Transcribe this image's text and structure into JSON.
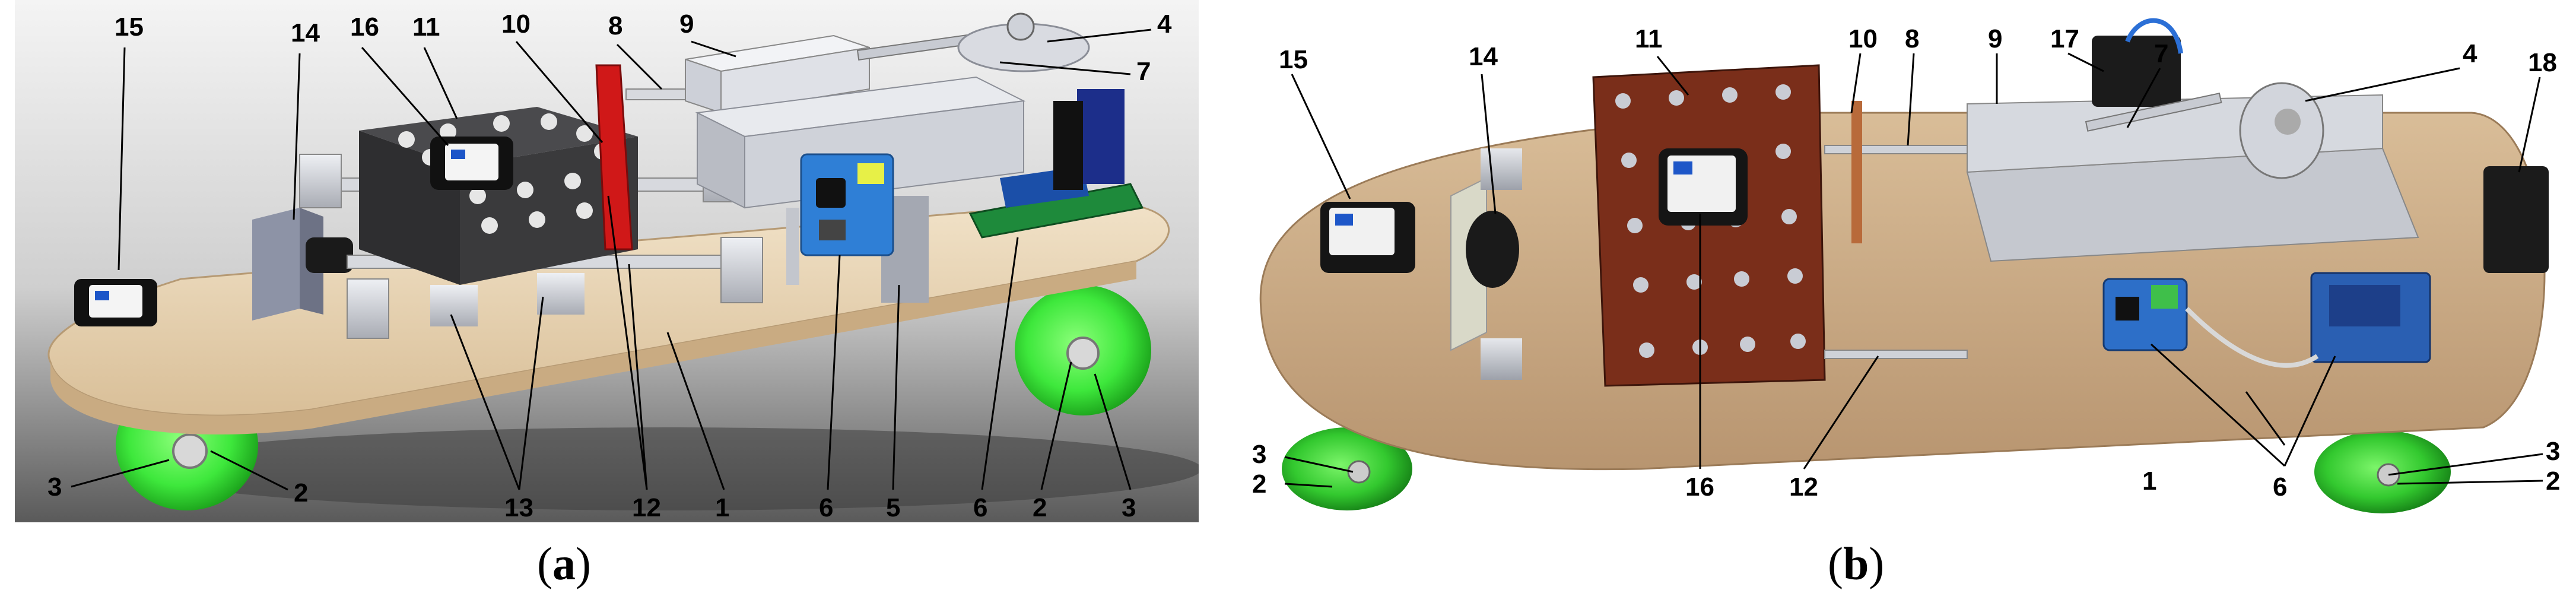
{
  "panels": [
    {
      "id": "a",
      "caption": "a",
      "labels": [
        "15",
        "14",
        "16",
        "11",
        "10",
        "8",
        "9",
        "4",
        "7",
        "13",
        "12",
        "1",
        "6",
        "5",
        "6",
        "2",
        "3",
        "3",
        "2"
      ]
    },
    {
      "id": "b",
      "caption": "b",
      "labels": [
        "15",
        "14",
        "11",
        "10",
        "8",
        "9",
        "17",
        "7",
        "4",
        "18",
        "16",
        "12",
        "1",
        "6",
        "3",
        "2",
        "3",
        "2"
      ]
    }
  ],
  "colors": {
    "wheel": "#3ee83c",
    "board_a": "#e9d6b8",
    "board_b": "#c9a985",
    "chassis": "#b9bcc4",
    "block": "#3a3a3c",
    "cork": "#7a2e1a",
    "driver_board": "#2f7fd6",
    "arduino_board": "#1e8a3b",
    "red_lever": "#d01818"
  }
}
